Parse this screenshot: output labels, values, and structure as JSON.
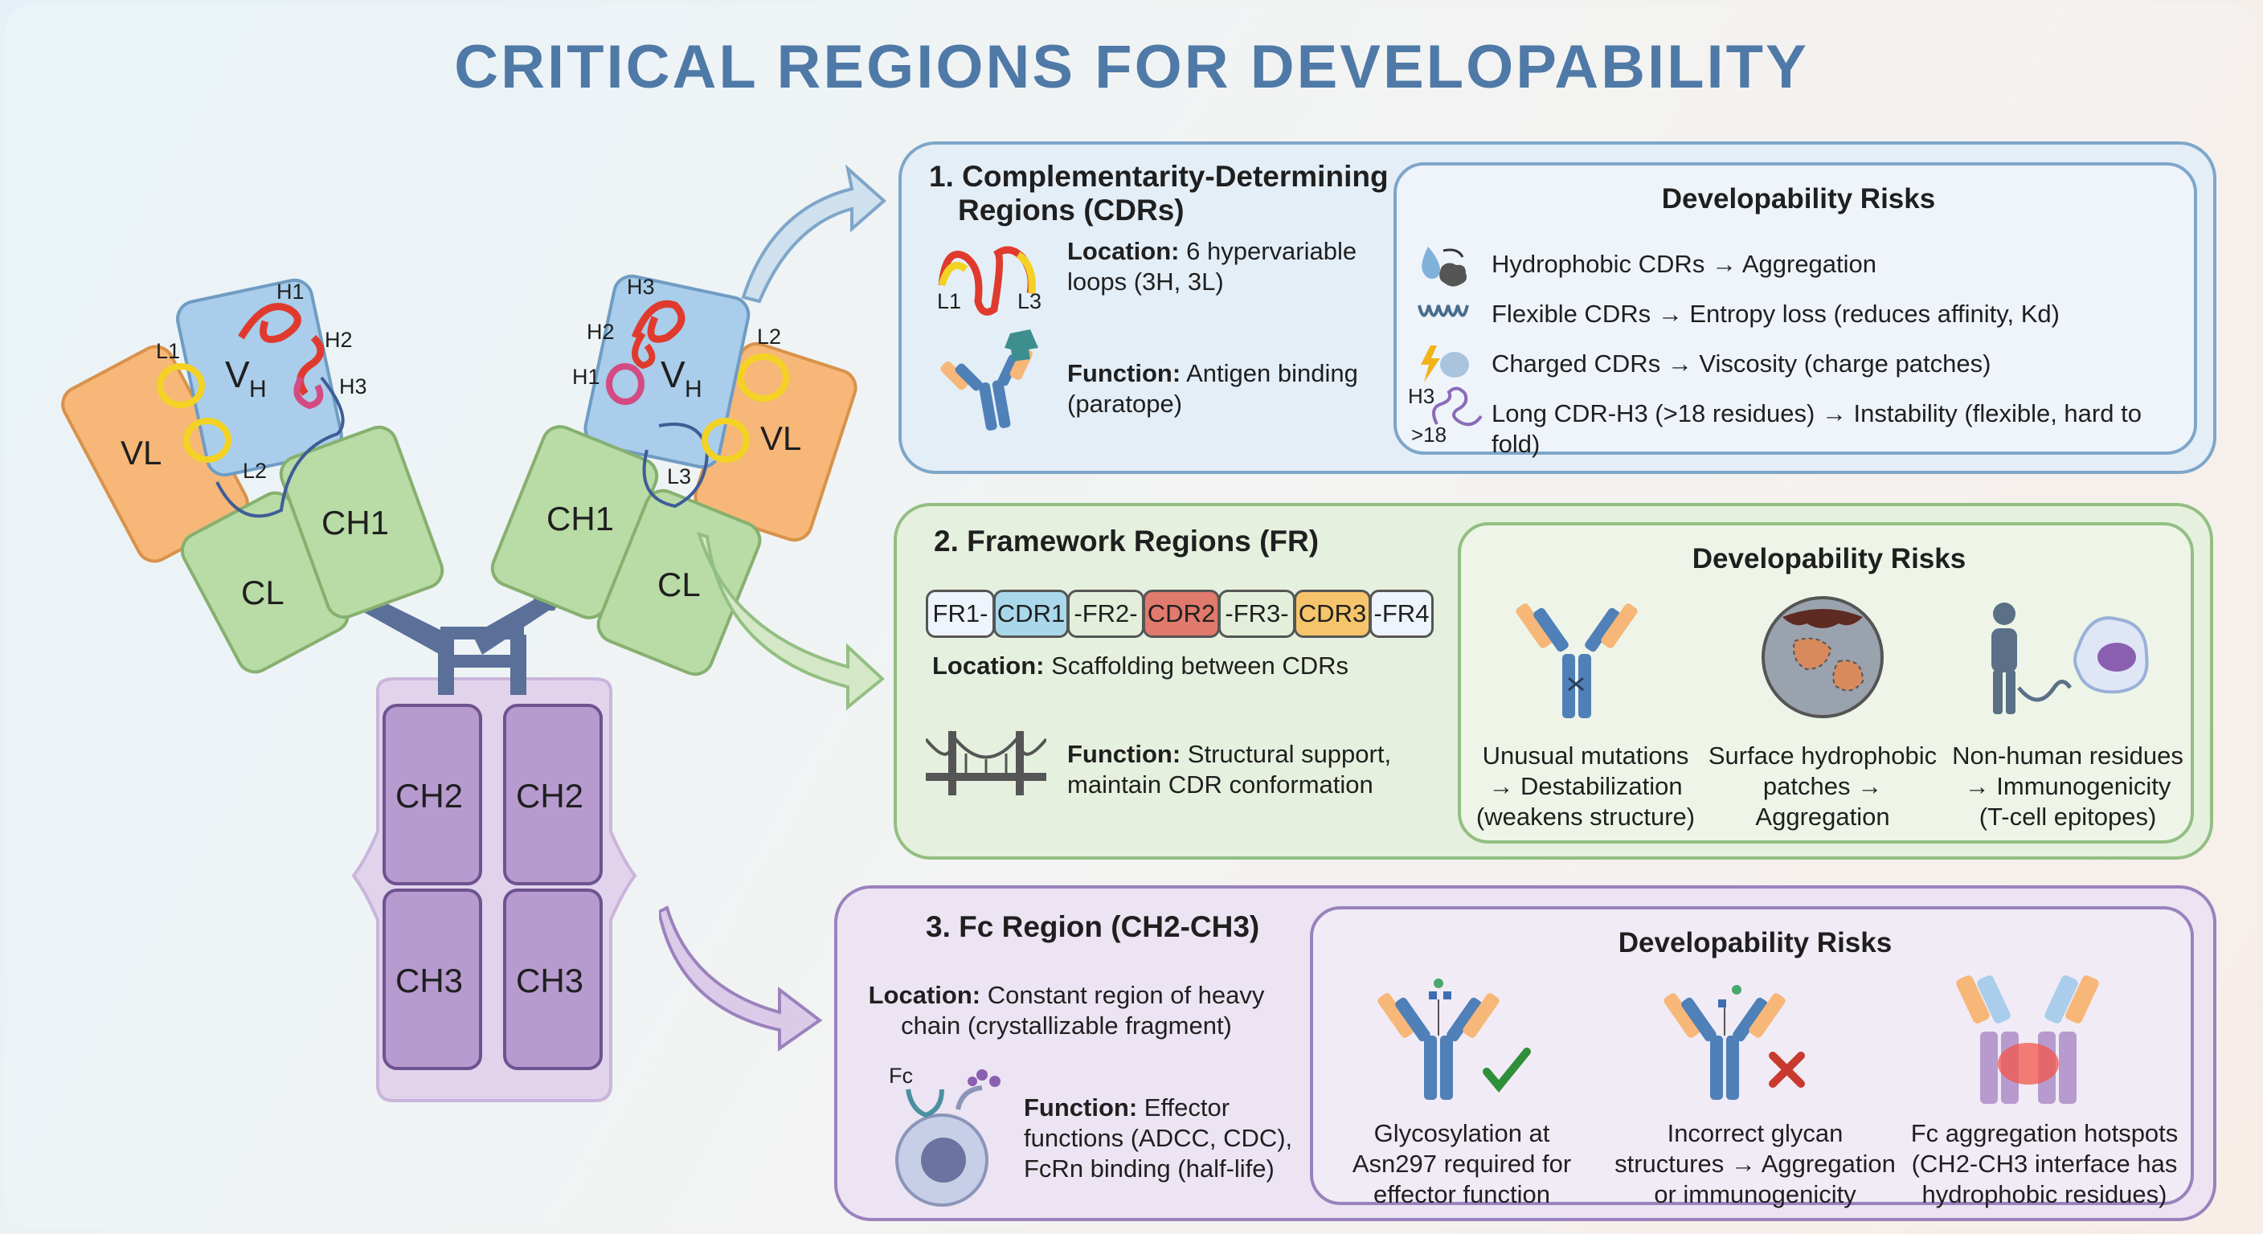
{
  "title": "CRITICAL REGIONS FOR DEVELOPABILITY",
  "antibody": {
    "domains": {
      "vl": "VL",
      "vh_main": "V",
      "vh_sub": "H",
      "ch1": "CH1",
      "cl": "CL",
      "ch2": "CH2",
      "ch3": "CH3"
    },
    "loops": {
      "h1": "H1",
      "h2": "H2",
      "h3": "H3",
      "l1": "L1",
      "l2": "L2",
      "l3": "L3"
    }
  },
  "section1": {
    "title_line1": "1. Complementarity-Determining",
    "title_line2": "Regions (CDRs)",
    "icon_l1": "L1",
    "icon_l3": "L3",
    "location_label": "Location:",
    "location_line1": " 6 hypervariable",
    "location_line2": "loops (3H, 3L)",
    "function_label": "Function:",
    "function_line1": " Antigen binding",
    "function_line2": "(paratope)",
    "risks_title": "Developability Risks",
    "risks": [
      "Hydrophobic CDRs → Aggregation",
      "Flexible CDRs → Entropy loss (reduces affinity, Kd)",
      "Charged CDRs → Viscosity (charge patches)",
      "Long CDR-H3 (>18 residues) → Instability (flexible, hard to fold)"
    ],
    "h3_icon_label": "H3",
    "h3_icon_count": ">18"
  },
  "section2": {
    "title": "2. Framework Regions (FR)",
    "segments": [
      "FR1-",
      "CDR1",
      "-FR2-",
      "CDR2",
      "-FR3-",
      "CDR3",
      "-FR4"
    ],
    "segment_colors": [
      "#eef4fb",
      "#a9d8ea",
      "#e3efda",
      "#e07a6c",
      "#e3efda",
      "#f6c56b",
      "#eef4fb"
    ],
    "location_label": "Location:",
    "location_text": " Scaffolding between CDRs",
    "function_label": "Function:",
    "function_line1": " Structural support,",
    "function_line2": "maintain CDR conformation",
    "risks_title": "Developability Risks",
    "risks": [
      {
        "line1": "Unusual mutations",
        "line2": "→ Destabilization",
        "line3": "(weakens structure)"
      },
      {
        "line1": "Surface hydrophobic",
        "line2": "patches →",
        "line3": "Aggregation"
      },
      {
        "line1": "Non-human residues",
        "line2": "→ Immunogenicity",
        "line3": "(T-cell epitopes)"
      }
    ]
  },
  "section3": {
    "title": "3. Fc Region (CH2-CH3)",
    "location_label": "Location:",
    "location_line1": " Constant region of heavy",
    "location_line2": "chain (crystallizable fragment)",
    "fc_label": "Fc",
    "function_label": "Function:",
    "function_line1": " Effector",
    "function_line2": "functions (ADCC, CDC),",
    "function_line3": "FcRn binding (half-life)",
    "risks_title": "Developability Risks",
    "risks": [
      {
        "line1": "Glycosylation at",
        "line2": "Asn297 required for",
        "line3": "effector function"
      },
      {
        "line1": "Incorrect glycan",
        "line2": "structures → Aggregation",
        "line3": "or immunogenicity"
      },
      {
        "line1": "Fc aggregation hotspots",
        "line2": "(CH2-CH3 interface has",
        "line3": "hydrophobic residues)"
      }
    ]
  },
  "colors": {
    "title": "#4f79a6",
    "vl_orange": "#f6b778",
    "vh_blue": "#a9cdea",
    "constant_green": "#b9dba6",
    "fc_purple": "#b79bcf",
    "hinge": "#5a6f9a",
    "section1_border": "#7ea6c9",
    "section2_border": "#93bf82",
    "section3_border": "#9a82bd"
  }
}
